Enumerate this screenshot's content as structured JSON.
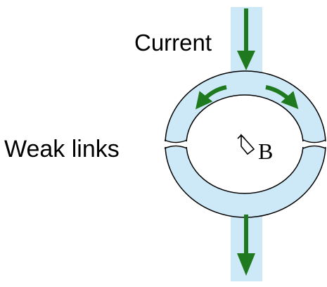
{
  "labels": {
    "current": "Current",
    "weak_links": "Weak links",
    "magnetic_field": "B"
  },
  "icons": {
    "flux_symbol": "phi-flux-icon"
  },
  "colors": {
    "background": "#ffffff",
    "superconductor_fill": "#cde9f7",
    "superconductor_outline": "#000000",
    "arrow": "#1f7a1f",
    "text": "#000000"
  }
}
